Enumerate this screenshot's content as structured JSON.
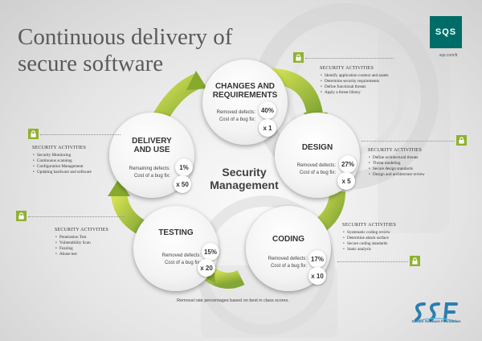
{
  "title_lines": [
    "Continuous delivery of",
    "secure software"
  ],
  "logo": {
    "text": "SQS",
    "url": "sqs.com/it"
  },
  "center": {
    "lines": [
      "Security",
      "Management"
    ]
  },
  "nodes": {
    "changes": {
      "title_lines": [
        "CHANGES AND",
        "REQUIREMENTS"
      ],
      "label_lines": [
        "Removed defects:",
        "Cost of a bug fix:"
      ],
      "pct": "40%",
      "mult": "x 1"
    },
    "design": {
      "title_lines": [
        "DESIGN"
      ],
      "label_lines": [
        "Removed defects:",
        "Cost of a bug fix:"
      ],
      "pct": "27%",
      "mult": "x 5"
    },
    "coding": {
      "title_lines": [
        "CODING"
      ],
      "label_lines": [
        "Removed defects:",
        "Cost of a bug fix:"
      ],
      "pct": "17%",
      "mult": "x 10"
    },
    "testing": {
      "title_lines": [
        "TESTING"
      ],
      "label_lines": [
        "Removed defects:",
        "Cost of a bug fix:"
      ],
      "pct": "15%",
      "mult": "x 20"
    },
    "delivery": {
      "title_lines": [
        "DELIVERY",
        "AND USE"
      ],
      "label_lines": [
        "Remaining defects:",
        "Cost of a bug fix:"
      ],
      "pct": "1%",
      "mult": "x 50"
    }
  },
  "activities": {
    "changes": {
      "heading": "SECURITY ACTIVITIES",
      "items": [
        "Identify application context and assets",
        "Determine security requirements",
        "Define functional threats",
        "Apply a threat library"
      ]
    },
    "design": {
      "heading": "SECURITY ACTIVITIES",
      "items": [
        "Define architectural threats",
        "Threat modeling",
        "Secure design standards",
        "Design and architecture review"
      ]
    },
    "coding": {
      "heading": "SECURITY ACTIVITIES",
      "items": [
        "Systematic coding review",
        "Determine attack surface",
        "Secure coding standards",
        "Static analysis"
      ]
    },
    "testing": {
      "heading": "SECURITY ACTIVITIES",
      "items": [
        "Penetration Test",
        "Vulnerability Scan",
        "Fuzzing",
        "Abuse test"
      ]
    },
    "delivery": {
      "heading": "SECURITY ACTIVITIES",
      "items": [
        "Security Monitoring",
        "Continuous scanning",
        "Configuration Management",
        "Updating hardware and software"
      ]
    }
  },
  "footnote": "Removal rate percentages based on best in class scores.",
  "ssf": {
    "name": "Secure Software Foundation"
  },
  "colors": {
    "arrow_light": "#c2d63a",
    "arrow_dark": "#6b8f2a",
    "lock": "#8fb22f",
    "logo": "#006c67"
  }
}
